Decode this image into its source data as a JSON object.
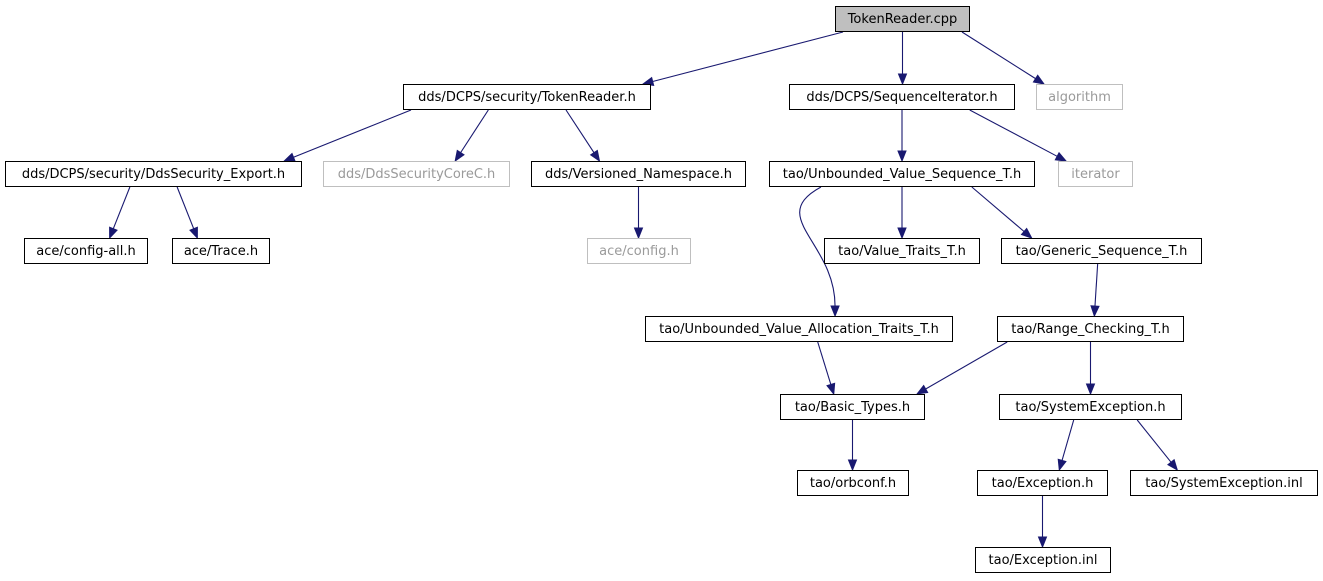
{
  "colors": {
    "edge": "#191970",
    "root_fill": "#bfbfbf",
    "external_border": "#bfbfbf",
    "external_text": "#9a9a9a"
  },
  "nodes": [
    {
      "id": "token_reader_cpp",
      "label": "TokenReader.cpp",
      "kind": "root"
    },
    {
      "id": "token_reader_h",
      "label": "dds/DCPS/security/TokenReader.h",
      "kind": "documented"
    },
    {
      "id": "sequence_iterator_h",
      "label": "dds/DCPS/SequenceIterator.h",
      "kind": "documented"
    },
    {
      "id": "algorithm",
      "label": "algorithm",
      "kind": "external"
    },
    {
      "id": "dds_security_export_h",
      "label": "dds/DCPS/security/DdsSecurity_Export.h",
      "kind": "documented"
    },
    {
      "id": "dds_security_core_c_h",
      "label": "dds/DdsSecurityCoreC.h",
      "kind": "external"
    },
    {
      "id": "versioned_namespace_h",
      "label": "dds/Versioned_Namespace.h",
      "kind": "documented"
    },
    {
      "id": "unbounded_value_sequence_t_h",
      "label": "tao/Unbounded_Value_Sequence_T.h",
      "kind": "documented"
    },
    {
      "id": "iterator",
      "label": "iterator",
      "kind": "external"
    },
    {
      "id": "config_all_h",
      "label": "ace/config-all.h",
      "kind": "documented"
    },
    {
      "id": "trace_h",
      "label": "ace/Trace.h",
      "kind": "documented"
    },
    {
      "id": "config_h",
      "label": "ace/config.h",
      "kind": "external"
    },
    {
      "id": "value_traits_t_h",
      "label": "tao/Value_Traits_T.h",
      "kind": "documented"
    },
    {
      "id": "generic_sequence_t_h",
      "label": "tao/Generic_Sequence_T.h",
      "kind": "documented"
    },
    {
      "id": "unbounded_value_allocation_traits_t_h",
      "label": "tao/Unbounded_Value_Allocation_Traits_T.h",
      "kind": "documented"
    },
    {
      "id": "range_checking_t_h",
      "label": "tao/Range_Checking_T.h",
      "kind": "documented"
    },
    {
      "id": "basic_types_h",
      "label": "tao/Basic_Types.h",
      "kind": "documented"
    },
    {
      "id": "system_exception_h",
      "label": "tao/SystemException.h",
      "kind": "documented"
    },
    {
      "id": "orbconf_h",
      "label": "tao/orbconf.h",
      "kind": "documented"
    },
    {
      "id": "exception_h",
      "label": "tao/Exception.h",
      "kind": "documented"
    },
    {
      "id": "system_exception_inl",
      "label": "tao/SystemException.inl",
      "kind": "documented"
    },
    {
      "id": "exception_inl",
      "label": "tao/Exception.inl",
      "kind": "documented"
    }
  ],
  "edges": [
    {
      "from": "token_reader_cpp",
      "to": "token_reader_h"
    },
    {
      "from": "token_reader_cpp",
      "to": "sequence_iterator_h"
    },
    {
      "from": "token_reader_cpp",
      "to": "algorithm"
    },
    {
      "from": "token_reader_h",
      "to": "dds_security_export_h"
    },
    {
      "from": "token_reader_h",
      "to": "dds_security_core_c_h"
    },
    {
      "from": "token_reader_h",
      "to": "versioned_namespace_h"
    },
    {
      "from": "sequence_iterator_h",
      "to": "unbounded_value_sequence_t_h"
    },
    {
      "from": "sequence_iterator_h",
      "to": "iterator"
    },
    {
      "from": "dds_security_export_h",
      "to": "config_all_h"
    },
    {
      "from": "dds_security_export_h",
      "to": "trace_h"
    },
    {
      "from": "versioned_namespace_h",
      "to": "config_h"
    },
    {
      "from": "unbounded_value_sequence_t_h",
      "to": "unbounded_value_allocation_traits_t_h"
    },
    {
      "from": "unbounded_value_sequence_t_h",
      "to": "value_traits_t_h"
    },
    {
      "from": "unbounded_value_sequence_t_h",
      "to": "generic_sequence_t_h"
    },
    {
      "from": "generic_sequence_t_h",
      "to": "range_checking_t_h"
    },
    {
      "from": "unbounded_value_allocation_traits_t_h",
      "to": "basic_types_h"
    },
    {
      "from": "range_checking_t_h",
      "to": "basic_types_h"
    },
    {
      "from": "range_checking_t_h",
      "to": "system_exception_h"
    },
    {
      "from": "basic_types_h",
      "to": "orbconf_h"
    },
    {
      "from": "system_exception_h",
      "to": "exception_h"
    },
    {
      "from": "system_exception_h",
      "to": "system_exception_inl"
    },
    {
      "from": "exception_h",
      "to": "exception_inl"
    }
  ]
}
